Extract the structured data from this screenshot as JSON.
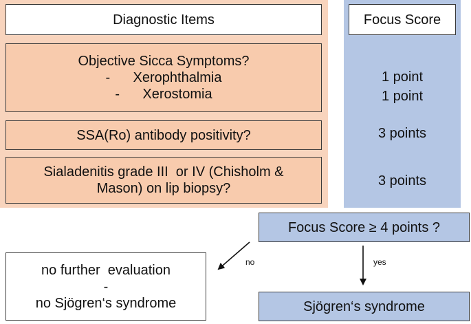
{
  "header": {
    "items_title": "Diagnostic Items",
    "score_title": "Focus Score"
  },
  "items": {
    "sicca": {
      "question": "Objective Sicca Symptoms?",
      "sub1_dash": "-",
      "sub1": "Xerophthalmia",
      "sub2_dash": "-",
      "sub2": "Xerostomia",
      "points1": "1 point",
      "points2": "1 point"
    },
    "ssa": {
      "question": "SSA(Ro) antibody positivity?",
      "points": "3 points"
    },
    "biopsy": {
      "line1": "Sialadenitis grade III  or IV (Chisholm &",
      "line2": "Mason) on lip biopsy?",
      "points": "3 points"
    }
  },
  "decision": {
    "question": "Focus Score ≥ 4 points ?",
    "no_label": "no",
    "yes_label": "yes"
  },
  "outcomes": {
    "negative": {
      "line1": "no further  evaluation",
      "line2": "-",
      "line3": "no Sjögren‘s syndrome"
    },
    "positive": "Sjögren‘s syndrome"
  },
  "colors": {
    "items_panel": "#f8d4bd",
    "score_panel": "#b4c6e4",
    "item_box": "#f8cbad",
    "decision_box": "#b4c6e4"
  }
}
